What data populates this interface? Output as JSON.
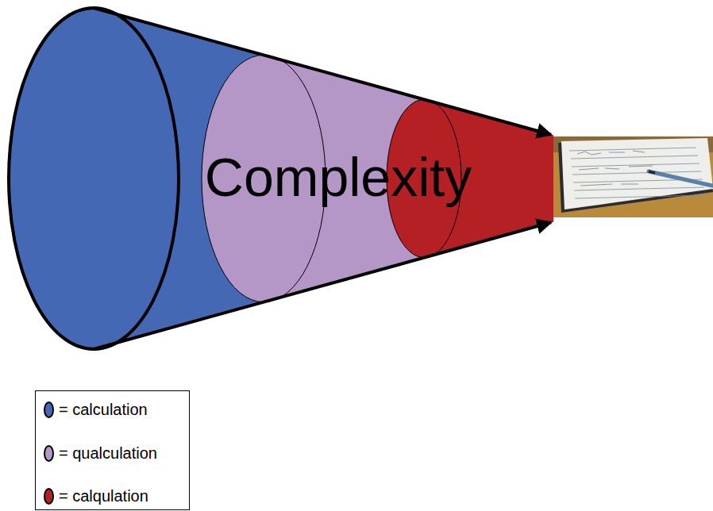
{
  "diagram": {
    "nodes": [
      {
        "text": [
          "Complexity"
        ]
      }
    ],
    "legend": [
      {
        "text": "= calculation",
        "color": "#4568b4"
      },
      {
        "text": "= qualculation",
        "color": "#b497c7"
      },
      {
        "text": "= calqulation",
        "color": "#b52025"
      }
    ]
  }
}
